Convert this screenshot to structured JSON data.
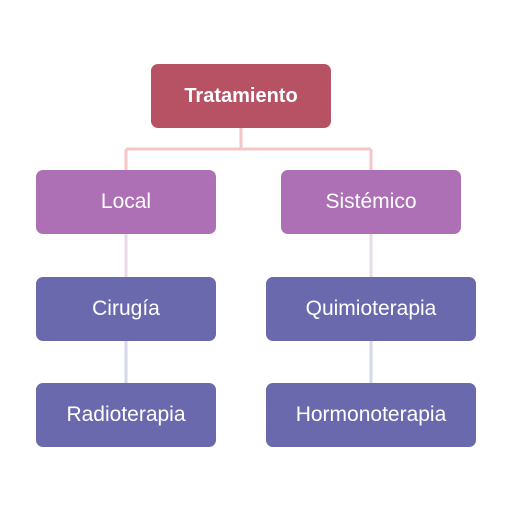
{
  "colors": {
    "level_1": "#b65263",
    "level_2": "#ae70b5",
    "level_3": "#6b69ae",
    "connector_top": "#f4c6c8",
    "connector_mid": "#ead9ea",
    "connector_low": "#d5d7ea"
  },
  "nodes": {
    "root": "Tratamiento",
    "local": "Local",
    "sistemico": "Sistémico",
    "cirugia": "Cirugía",
    "radioterapia": "Radioterapia",
    "quimioterapia": "Quimioterapia",
    "hormonoterapia": "Hormonoterapia"
  }
}
